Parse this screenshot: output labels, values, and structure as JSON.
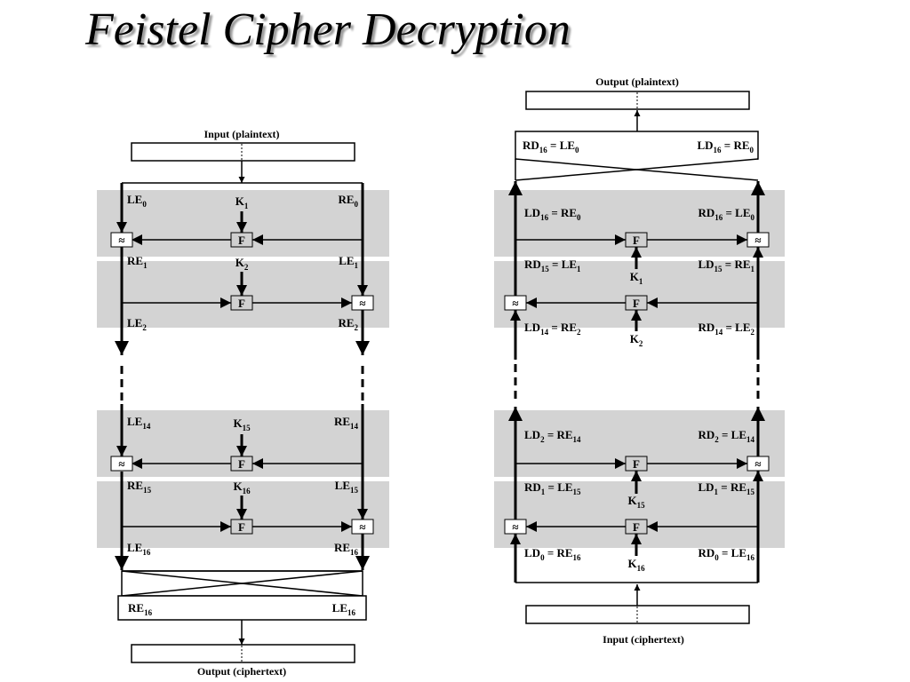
{
  "title": "Feistel Cipher Decryption",
  "encryption": {
    "input_label": "Input (plaintext)",
    "output_label": "Output (ciphertext)",
    "rounds": [
      {
        "left": [
          "LE",
          "0"
        ],
        "key": [
          "K",
          "1"
        ],
        "right": [
          "RE",
          "0"
        ]
      },
      {
        "left": [
          "RE",
          "1"
        ],
        "key": [
          "K",
          "2"
        ],
        "right": [
          "LE",
          "1"
        ]
      },
      {
        "left": [
          "LE",
          "14"
        ],
        "key": [
          "K",
          "15"
        ],
        "right": [
          "RE",
          "14"
        ]
      },
      {
        "left": [
          "RE",
          "15"
        ],
        "key": [
          "K",
          "16"
        ],
        "right": [
          "LE",
          "15"
        ]
      }
    ],
    "after_labels": [
      {
        "left": [
          "LE",
          "2"
        ],
        "right": [
          "RE",
          "2"
        ]
      },
      {
        "left": [
          "LE",
          "16"
        ],
        "right": [
          "RE",
          "16"
        ]
      }
    ],
    "swap_labels": {
      "left": [
        "RE",
        "16"
      ],
      "right": [
        "LE",
        "16"
      ]
    }
  },
  "decryption": {
    "input_label": "Input (ciphertext)",
    "output_label": "Output (plaintext)",
    "swap_labels": {
      "left": [
        "RD",
        "16",
        " = LE",
        "0"
      ],
      "right": [
        "LD",
        "16",
        " = RE",
        "0"
      ]
    },
    "labels": [
      {
        "left": [
          "LD",
          "16",
          " = RE",
          "0"
        ],
        "right": [
          "RD",
          "16",
          " = LE",
          "0"
        ]
      },
      {
        "left": [
          "RD",
          "15",
          " = LE",
          "1"
        ],
        "right": [
          "LD",
          "15",
          " = RE",
          "1"
        ]
      },
      {
        "left": [
          "LD",
          "14",
          " = RE",
          "2"
        ],
        "right": [
          "RD",
          "14",
          " = LE",
          "2"
        ]
      },
      {
        "left": [
          "LD",
          "2",
          " = RE",
          "14"
        ],
        "right": [
          "RD",
          "2",
          " = LE",
          "14"
        ]
      },
      {
        "left": [
          "RD",
          "1",
          " = LE",
          "15"
        ],
        "right": [
          "LD",
          "1",
          " = RE",
          "15"
        ]
      },
      {
        "left": [
          "LD",
          "0",
          " = RE",
          "16"
        ],
        "right": [
          "RD",
          "0",
          " = LE",
          "16"
        ]
      }
    ],
    "keys": [
      [
        "K",
        "1"
      ],
      [
        "K",
        "2"
      ],
      [
        "K",
        "15"
      ],
      [
        "K",
        "16"
      ]
    ]
  },
  "function_symbol": "F",
  "xor_symbol": "≈"
}
